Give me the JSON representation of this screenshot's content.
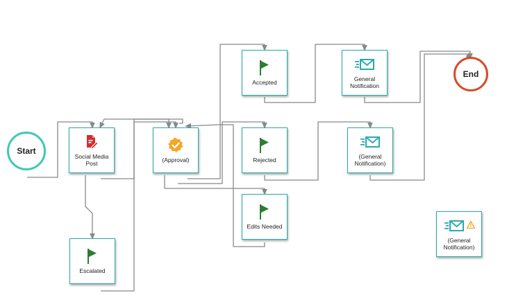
{
  "start_label": "Start",
  "end_label": "End",
  "nodes": {
    "social_media_post": {
      "label": "Social Media Post",
      "icon": "document-edit-icon",
      "color": "#d32f2f"
    },
    "approval": {
      "label": "(Approval)",
      "icon": "verified-badge-icon",
      "color": "#f5a623"
    },
    "accepted": {
      "label": "Accepted",
      "icon": "flag-icon",
      "color": "#2e7d32"
    },
    "rejected": {
      "label": "Rejected",
      "icon": "flag-icon",
      "color": "#2e7d32"
    },
    "edits_needed": {
      "label": "Edits Needed",
      "icon": "flag-icon",
      "color": "#2e7d32"
    },
    "escalated": {
      "label": "Escalated",
      "icon": "flag-icon",
      "color": "#2e7d32"
    },
    "general_notification_1": {
      "label": "General Notification",
      "icon": "fast-mail-icon",
      "color": "#2aa9ae"
    },
    "general_notification_2": {
      "label": "(General Notification)",
      "icon": "fast-mail-icon",
      "color": "#2aa9ae"
    },
    "general_notification_3": {
      "label": "(General Notification)",
      "icon": "fast-mail-icon",
      "color": "#2aa9ae",
      "warning_icon": "warning-icon"
    }
  },
  "colors": {
    "node_border": "#2aa9ae",
    "connector": "#888888",
    "start_border": "#3cc9b4",
    "end_border": "#d64b2c"
  }
}
